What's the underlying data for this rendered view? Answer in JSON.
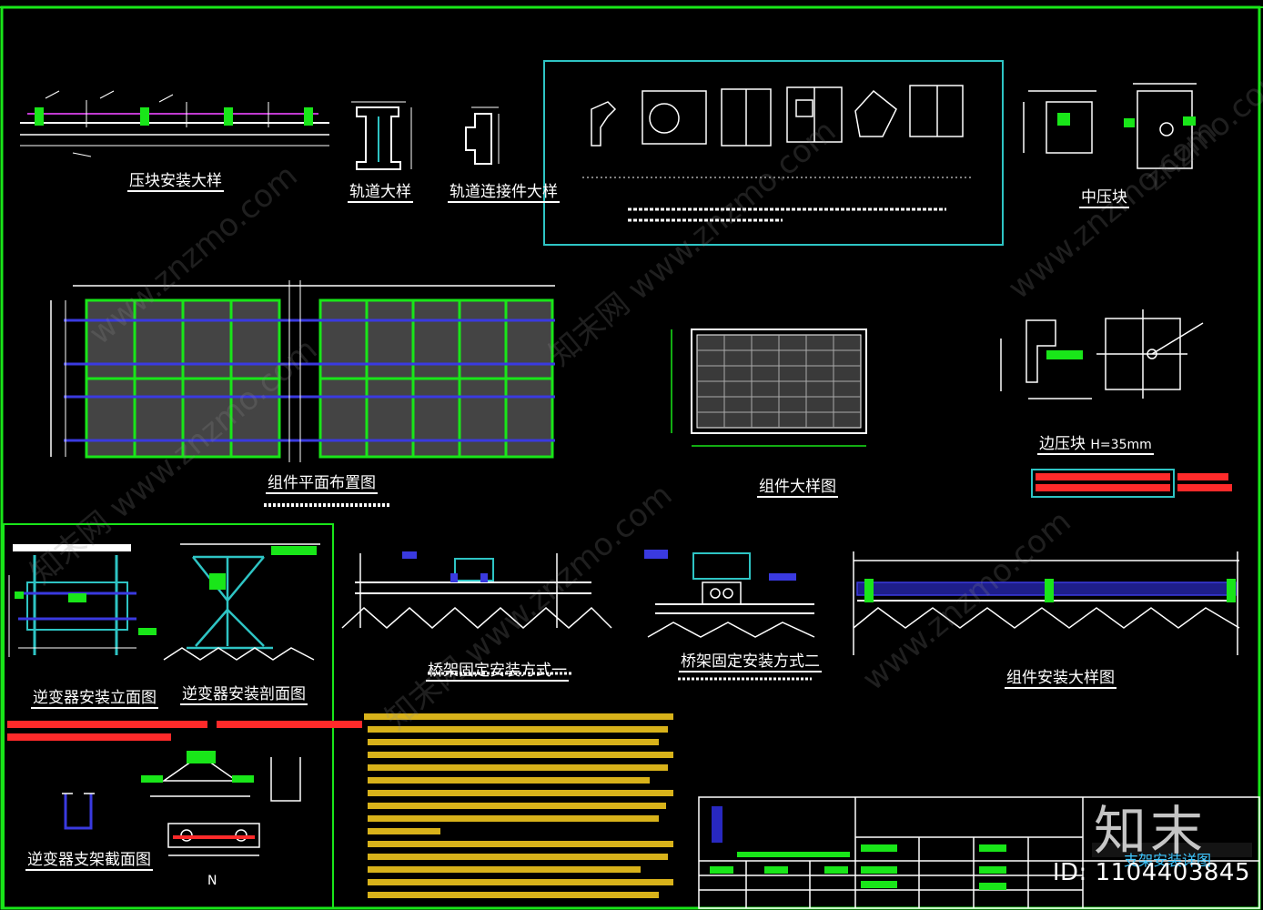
{
  "labels": {
    "press_block_detail": "压块安装大样",
    "rail_detail": "轨道大样",
    "rail_connector_detail": "轨道连接件大样",
    "mid_press_block": "中压块",
    "module_layout_plan": "组件平面布置图",
    "module_detail": "组件大样图",
    "edge_press_block": "边压块",
    "edge_press_block_h": "H=35mm",
    "bridge_fix_1": "桥架固定安装方式一",
    "bridge_fix_2": "桥架固定安装方式二",
    "module_install_detail": "组件安装大样图",
    "inverter_elevation": "逆变器安装立面图",
    "inverter_section": "逆变器安装剖面图",
    "inverter_bracket_section": "逆变器支架截面图",
    "tb_title": "支架安装详图",
    "n_mark": "N"
  },
  "brand": {
    "logo_text": "知末",
    "id_text": "ID: 1104403845"
  },
  "watermarks": [
    "www.znzmo.com",
    "知末网 www.znzmo.com",
    "www.znzmo.com",
    "知末网 www.znzmo.com",
    "www.znzmo.com",
    "知末网 www.znzmo.com",
    "znzmo.com"
  ],
  "colors": {
    "background": "#000000",
    "frame": "#19e619",
    "cyan": "#2ec4c4",
    "magenta": "#c03ad0",
    "blue": "#3a3ae0",
    "white": "#ffffff",
    "red": "#ff2a2a",
    "yellow": "#ffd21f"
  }
}
